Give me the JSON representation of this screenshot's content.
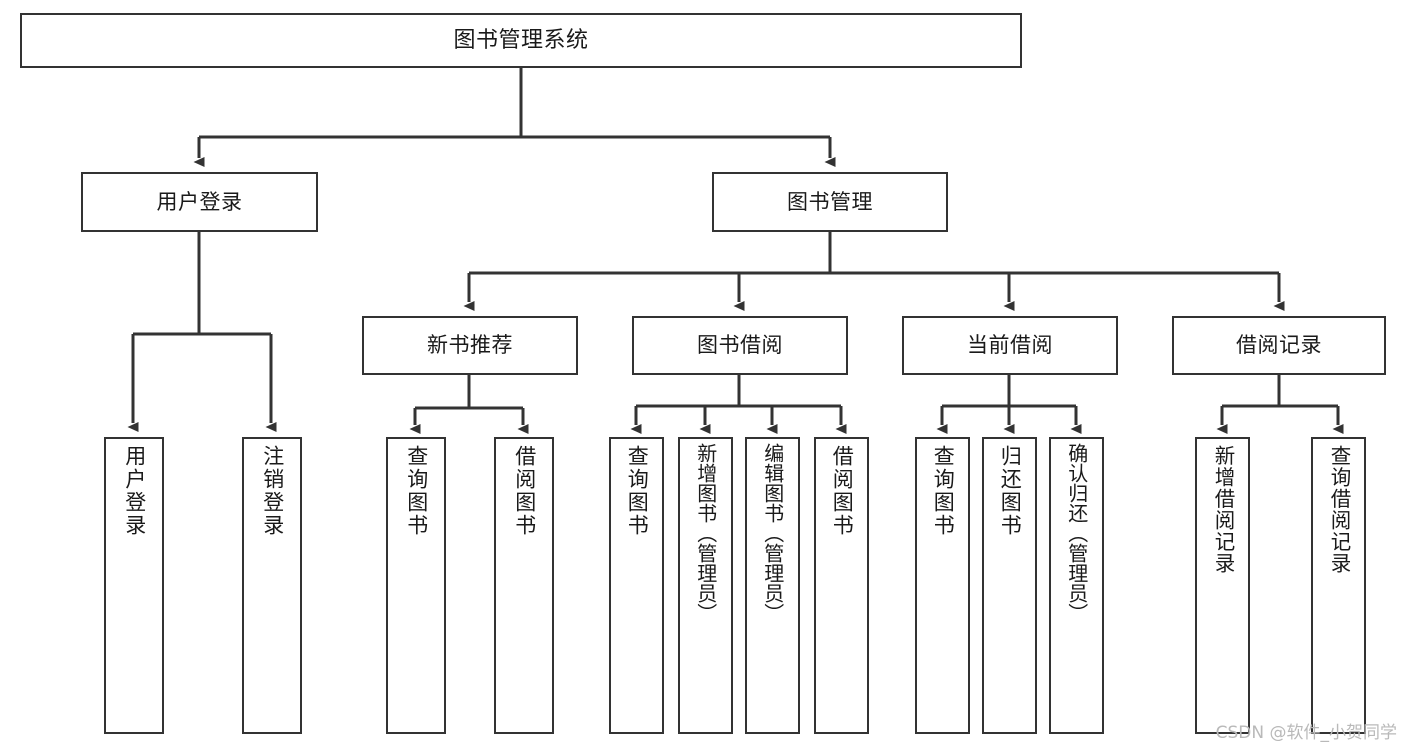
{
  "diagram": {
    "type": "tree",
    "title": "图书管理系统",
    "root": {
      "label": "图书管理系统"
    },
    "level1": [
      {
        "label": "用户登录"
      },
      {
        "label": "图书管理"
      }
    ],
    "level2": [
      {
        "label": "新书推荐"
      },
      {
        "label": "图书借阅"
      },
      {
        "label": "当前借阅"
      },
      {
        "label": "借阅记录"
      }
    ],
    "leaves": {
      "user_login": [
        {
          "label": "用户登录"
        },
        {
          "label": "注销登录"
        }
      ],
      "new_book_recommend": [
        {
          "label": "查询图书"
        },
        {
          "label": "借阅图书"
        }
      ],
      "book_borrow": [
        {
          "label": "查询图书"
        },
        {
          "label": "新增图书（管理员）"
        },
        {
          "label": "编辑图书（管理员）"
        },
        {
          "label": "借阅图书"
        }
      ],
      "current_borrow": [
        {
          "label": "查询图书"
        },
        {
          "label": "归还图书"
        },
        {
          "label": "确认归还（管理员）"
        }
      ],
      "borrow_records": [
        {
          "label": "新增借阅记录"
        },
        {
          "label": "查询借阅记录"
        }
      ]
    }
  },
  "watermark": {
    "text": "CSDN @软件_小贺同学"
  },
  "colors": {
    "background": "#ffffff",
    "node_fill": "#ffffff",
    "node_border": "#333333",
    "edge": "#333333",
    "text": "#1a1a1a",
    "watermark": "#b9b9b9"
  }
}
